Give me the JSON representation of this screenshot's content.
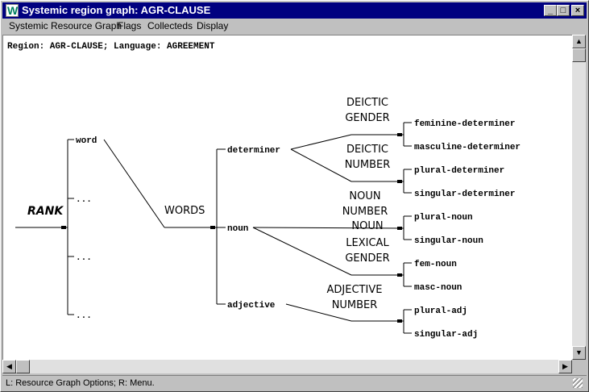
{
  "window": {
    "title": "Systemic region graph: AGR-CLAUSE"
  },
  "menu": [
    "Systemic Resource Graph",
    "Flags",
    "Collecteds",
    "Display"
  ],
  "header": {
    "region_line": "Region: AGR-CLAUSE; Language: AGREEMENT"
  },
  "graph": {
    "rank_label": "RANK",
    "rank_items": [
      "word",
      "...",
      "...",
      "..."
    ],
    "words_label": "WORDS",
    "word_classes": [
      "determiner",
      "noun",
      "adjective"
    ],
    "systems": {
      "deictic_gender": [
        "DEICTIC",
        "GENDER"
      ],
      "deictic_number": [
        "DEICTIC",
        "NUMBER"
      ],
      "noun_number": [
        "NOUN",
        "NUMBER"
      ],
      "noun_lexical_gender": [
        "NOUN",
        "LEXICAL",
        "GENDER"
      ],
      "adjective_number": [
        "ADJECTIVE",
        "NUMBER"
      ]
    },
    "features": [
      "feminine-determiner",
      "masculine-determiner",
      "plural-determiner",
      "singular-determiner",
      "plural-noun",
      "singular-noun",
      "fem-noun",
      "masc-noun",
      "plural-adj",
      "singular-adj"
    ]
  },
  "status": "L: Resource Graph Options; R: Menu."
}
